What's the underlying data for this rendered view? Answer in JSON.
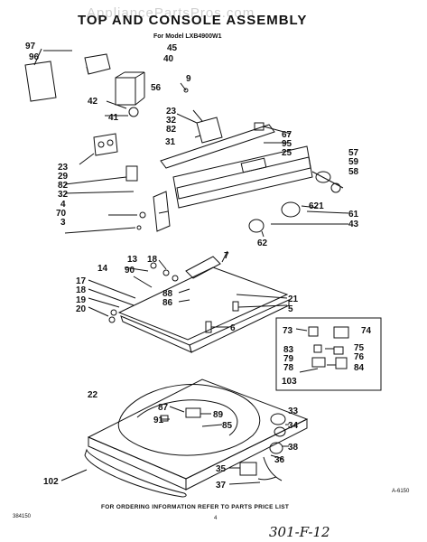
{
  "header": {
    "title": "TOP AND CONSOLE ASSEMBLY",
    "subtitle": "For Model LXB4900W1",
    "watermark": "AppliancePartsPros.com"
  },
  "footer": {
    "ordering_note": "FOR ORDERING INFORMATION REFER TO PARTS PRICE LIST",
    "figure_code": "A-6150",
    "page_number": "4",
    "code": "384150",
    "handwritten": "301-F-12"
  },
  "labels": {
    "p97": "97",
    "p96": "96",
    "p45": "45",
    "p40": "40",
    "p56": "56",
    "p42": "42",
    "p41": "41",
    "p9": "9",
    "p23a": "23",
    "p32a": "32",
    "p82a": "82",
    "p31": "31",
    "p67": "67",
    "p95": "95",
    "p25": "25",
    "p57": "57",
    "p59": "59",
    "p58": "58",
    "p23b": "23",
    "p29": "29",
    "p82b": "82",
    "p32b": "32",
    "p4": "4",
    "p70": "70",
    "p3": "3",
    "p621": "621",
    "p61": "61",
    "p43": "43",
    "p62": "62",
    "p13": "13",
    "p18a": "18",
    "p7": "7",
    "p14": "14",
    "p90": "90",
    "p17": "17",
    "p18b": "18",
    "p19": "19",
    "p20": "20",
    "p88": "88",
    "p86": "86",
    "p21": "21",
    "p5": "5",
    "p6": "6",
    "p73": "73",
    "p74": "74",
    "p83": "83",
    "p79": "79",
    "p78": "78",
    "p75": "75",
    "p76": "76",
    "p84": "84",
    "p103": "103",
    "p22": "22",
    "p87": "87",
    "p89": "89",
    "p91": "91",
    "p85": "85",
    "p33": "33",
    "p34": "34",
    "p38": "38",
    "p36": "36",
    "p35": "35",
    "p37": "37",
    "p102": "102"
  }
}
